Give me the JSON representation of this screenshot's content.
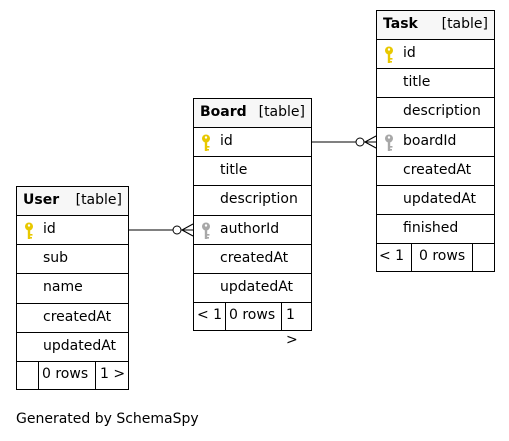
{
  "tables": {
    "task": {
      "name": "Task",
      "kind": "[table]",
      "columns": [
        "id",
        "title",
        "description",
        "boardId",
        "createdAt",
        "updatedAt",
        "finished"
      ],
      "footer": {
        "left": "< 1",
        "middle": "0 rows",
        "right": ""
      }
    },
    "board": {
      "name": "Board",
      "kind": "[table]",
      "columns": [
        "id",
        "title",
        "description",
        "authorId",
        "createdAt",
        "updatedAt"
      ],
      "footer": {
        "left": "< 1",
        "middle": "0 rows",
        "right": "1 >"
      }
    },
    "user": {
      "name": "User",
      "kind": "[table]",
      "columns": [
        "id",
        "sub",
        "name",
        "createdAt",
        "updatedAt"
      ],
      "footer": {
        "left": "",
        "middle": "0 rows",
        "right": "1 >"
      }
    }
  },
  "colors": {
    "primary_key": "#e8c800",
    "foreign_key": "#a8a8a8",
    "line": "#000000"
  },
  "footer_text": "Generated by SchemaSpy"
}
